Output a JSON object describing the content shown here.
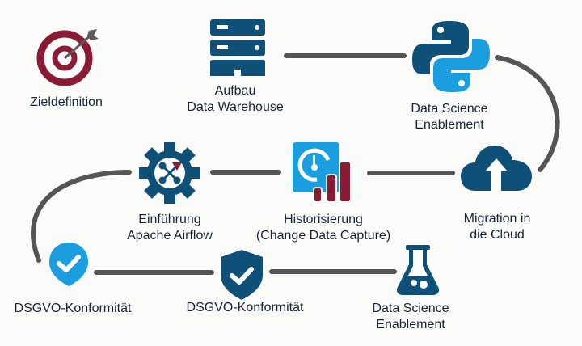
{
  "colors": {
    "navy": "#0f5079",
    "sky": "#1a9ee0",
    "maroon": "#8a1b35",
    "connector": "#555555",
    "text": "#1c2433",
    "arrow_gray": "#5a5a5a"
  },
  "steps": [
    {
      "id": "zieldefinition",
      "icon": "target-icon",
      "lines": [
        "Zieldefinition"
      ]
    },
    {
      "id": "data-warehouse",
      "icon": "server-icon",
      "lines": [
        "Aufbau",
        "Data Warehouse"
      ]
    },
    {
      "id": "python",
      "icon": "python-icon",
      "lines": [
        "Data Science",
        "Enablement"
      ]
    },
    {
      "id": "cloud",
      "icon": "cloud-upload-icon",
      "lines": [
        "Migration in",
        "die Cloud"
      ]
    },
    {
      "id": "historisierung",
      "icon": "clock-chart-icon",
      "lines": [
        "Historisierung",
        "(Change Data Capture)"
      ]
    },
    {
      "id": "airflow",
      "icon": "gear-icon",
      "lines": [
        "Einführung",
        "Apache Airflow"
      ]
    },
    {
      "id": "dsgvo-1",
      "icon": "check-pin-icon",
      "lines": [
        "DSGVO-Konformität"
      ]
    },
    {
      "id": "dsgvo-2",
      "icon": "shield-check-icon",
      "lines": [
        "DSGVO-Konformität"
      ]
    },
    {
      "id": "flask",
      "icon": "flask-icon",
      "lines": [
        "Data Science",
        "Enablement"
      ]
    }
  ]
}
